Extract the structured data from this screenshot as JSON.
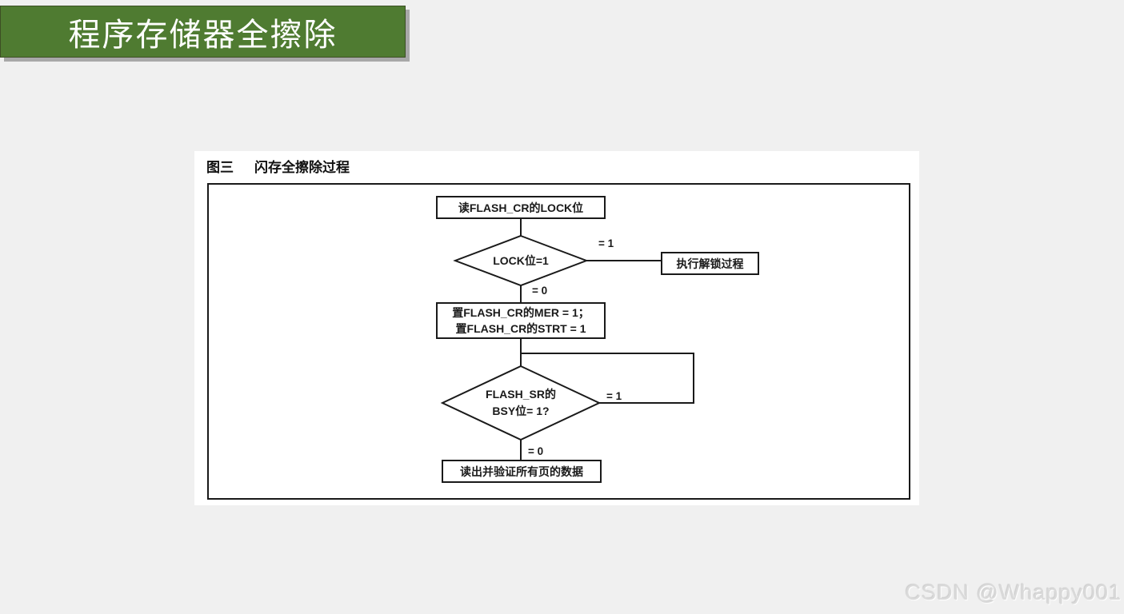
{
  "banner": {
    "title": "程序存储器全擦除",
    "bg_color": "#4f7b31",
    "text_color": "#ffffff"
  },
  "figure": {
    "label": "图三",
    "title": "闪存全擦除过程"
  },
  "flowchart": {
    "nodes": {
      "read_lock": "读FLASH_CR的LOCK位",
      "lock_decision": "LOCK位=1",
      "unlock": "执行解锁过程",
      "set_line1": "置FLASH_CR的MER = 1；",
      "set_line2": "置FLASH_CR的STRT = 1",
      "bsy_decision_line1": "FLASH_SR的",
      "bsy_decision_line2": "BSY位= 1?",
      "verify": "读出并验证所有页的数据"
    },
    "edge_labels": {
      "lock_eq1": "= 1",
      "lock_eq0": "= 0",
      "bsy_eq1": "= 1",
      "bsy_eq0": "= 0"
    }
  },
  "watermark": {
    "text": "CSDN @Whappy001"
  },
  "colors": {
    "background": "#f0f0f0",
    "panel": "#ffffff",
    "line": "#1a1a1a",
    "shadow": "#a8a8a8"
  }
}
